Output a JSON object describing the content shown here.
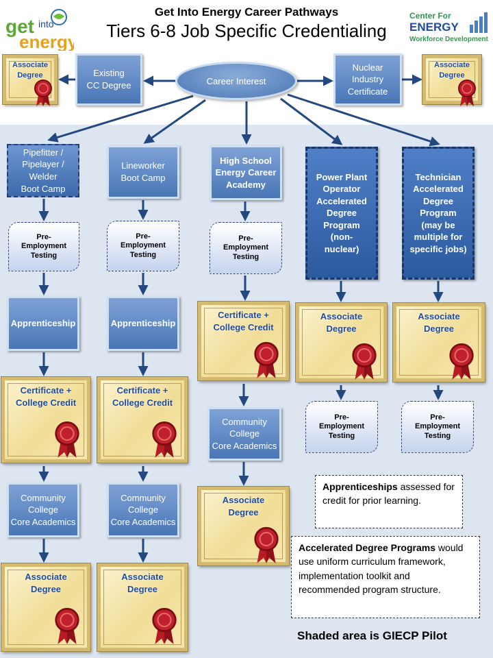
{
  "header": {
    "title": "Get Into Energy Career Pathways",
    "subtitle": "Tiers 6-8 Job Specific Credentialing"
  },
  "logos": {
    "left": {
      "line1": "get",
      "line2": "into",
      "line3": "energy"
    },
    "right": {
      "line1": "Center For",
      "line2": "ENERGY",
      "line3": "Workforce Development"
    }
  },
  "top": {
    "career_interest": "Career Interest",
    "existing_cc": {
      "line1": "Existing",
      "line2": "CC Degree"
    },
    "nuclear": {
      "line1": "Nuclear",
      "line2": "Industry",
      "line3": "Certificate"
    },
    "associate_left": {
      "line1": "Associate",
      "line2": "Degree"
    },
    "associate_right": {
      "line1": "Associate",
      "line2": "Degree"
    }
  },
  "columns": {
    "pipefitter": {
      "head": {
        "line1": "Pipefitter /",
        "line2": "Pipelayer /",
        "line3": "Welder",
        "line4": "Boot Camp"
      },
      "test": {
        "line1": "Pre-",
        "line2": "Employment",
        "line3": "Testing"
      },
      "apprenticeship": "Apprenticeship",
      "certificate": {
        "line1": "Certificate +",
        "line2": "College Credit"
      },
      "community": {
        "line1": "Community",
        "line2": "College",
        "line3": "Core Academics"
      },
      "associate": {
        "line1": "Associate",
        "line2": "Degree"
      }
    },
    "lineworker": {
      "head": {
        "line1": "Lineworker",
        "line2": "Boot Camp"
      },
      "test": {
        "line1": "Pre-",
        "line2": "Employment",
        "line3": "Testing"
      },
      "apprenticeship": "Apprenticeship",
      "certificate": {
        "line1": "Certificate +",
        "line2": "College Credit"
      },
      "community": {
        "line1": "Community",
        "line2": "College",
        "line3": "Core Academics"
      },
      "associate": {
        "line1": "Associate",
        "line2": "Degree"
      }
    },
    "highschool": {
      "head": {
        "line1": "High School",
        "line2": "Energy Career",
        "line3": "Academy"
      },
      "test": {
        "line1": "Pre-",
        "line2": "Employment",
        "line3": "Testing"
      },
      "certificate": {
        "line1": "Certificate +",
        "line2": "College Credit"
      },
      "community": {
        "line1": "Community",
        "line2": "College",
        "line3": "Core Academics"
      },
      "associate": {
        "line1": "Associate",
        "line2": "Degree"
      }
    },
    "powerplant": {
      "head": {
        "line1": "Power Plant",
        "line2": "Operator",
        "line3": "Accelerated",
        "line4": "Degree",
        "line5": "Program",
        "line6": "(non-",
        "line7": "nuclear)"
      },
      "associate": {
        "line1": "Associate",
        "line2": "Degree"
      },
      "test": {
        "line1": "Pre-",
        "line2": "Employment",
        "line3": "Testing"
      }
    },
    "technician": {
      "head": {
        "line1": "Technician",
        "line2": "Accelerated",
        "line3": "Degree",
        "line4": "Program",
        "line5": "(may be",
        "line6": "multiple for",
        "line7": "specific jobs)"
      },
      "associate": {
        "line1": "Associate",
        "line2": "Degree"
      },
      "test": {
        "line1": "Pre-",
        "line2": "Employment",
        "line3": "Testing"
      }
    }
  },
  "notes": {
    "apprenticeships_bold": "Apprenticeships",
    "apprenticeships_rest": " assessed for credit for prior learning.",
    "accelerated_bold": "Accelerated Degree Programs",
    "accelerated_rest": " would use uniform curriculum framework, implementation toolkit and recommended program structure."
  },
  "pilot_label": "Shaded area is GIECP Pilot",
  "colors": {
    "box_blue": "#4a76b6",
    "box_deep": "#2c5a9f",
    "arrow": "#23477f",
    "pilot_shade": "#dde5f1",
    "certificate": "#f1dd97",
    "cert_text": "#1f4b9a",
    "seal_red": "#c0202a"
  }
}
